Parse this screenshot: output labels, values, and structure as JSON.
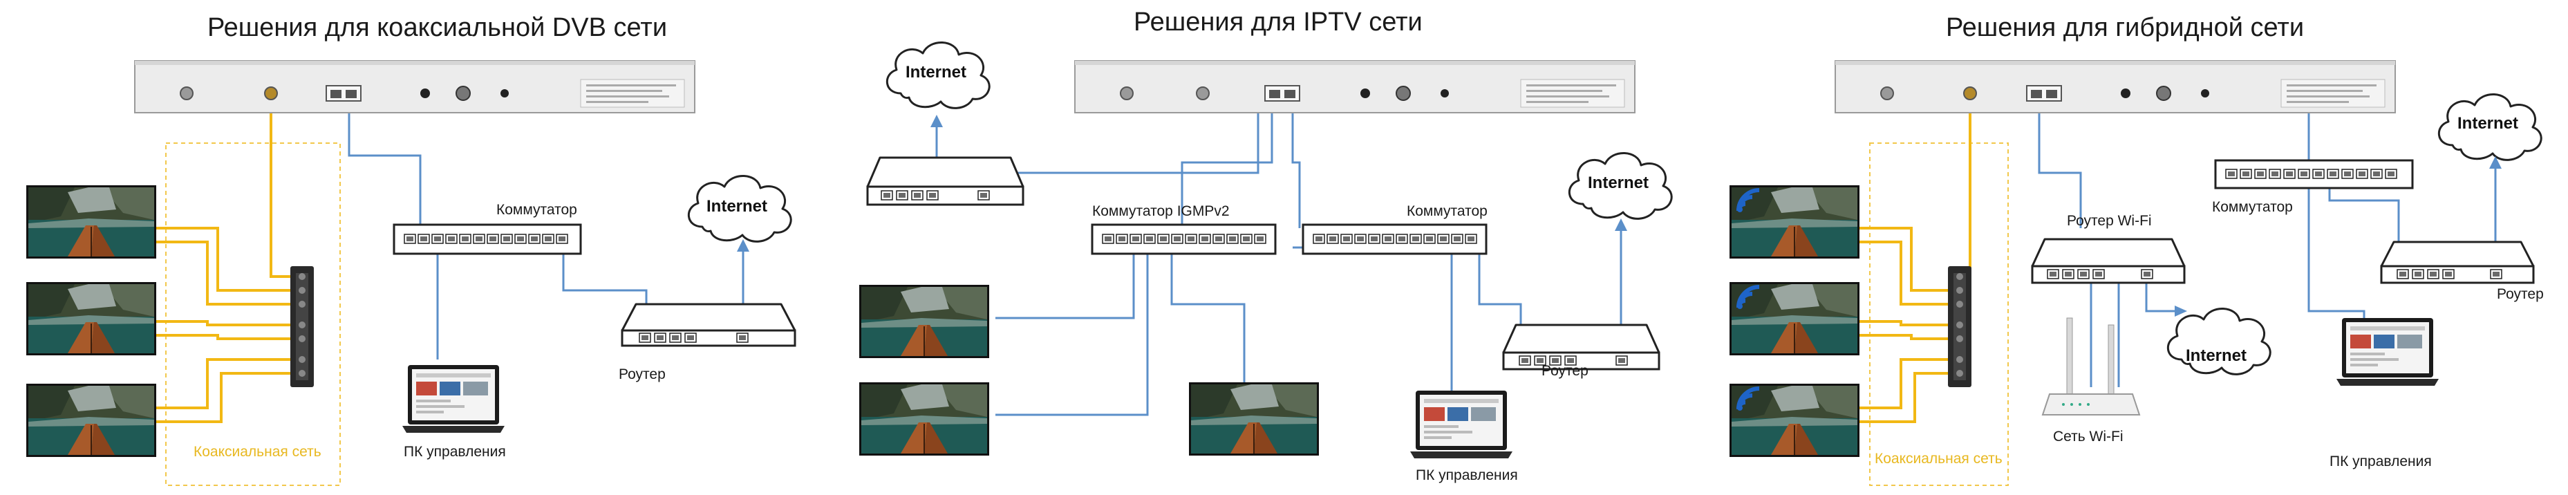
{
  "panels": [
    {
      "title": "Решения для коаксиальной DVB сети",
      "switch_label": "Коммутатор",
      "router_label": "Роутер",
      "pc_label": "ПК управления",
      "coax_label": "Коаксиальная сеть",
      "cloud_label": "Internet"
    },
    {
      "title": "Решения для IPTV сети",
      "switch1_label": "Коммутатор IGMPv2",
      "switch2_label": "Коммутатор",
      "router_label": "Роутер",
      "pc_label": "ПК управления",
      "cloud1_label": "Internet",
      "cloud2_label": "Internet"
    },
    {
      "title": "Решения для гибридной сети",
      "wifi_router_label": "Роутер Wi-Fi",
      "switch_label": "Коммутатор",
      "router_label": "Роутер",
      "wifi_net_label": "Сеть Wi-Fi",
      "pc_label": "ПК управления",
      "coax_label": "Коаксиальная сеть",
      "cloud1_label": "Internet",
      "cloud2_label": "Internet"
    }
  ],
  "colors": {
    "coax_cable": "#f2b814",
    "ethernet_cable": "#5b8fc9",
    "device_stroke": "#222222",
    "wifi_icon": "#1e64c8",
    "coax_zone": "#f2c84b"
  },
  "icons": [
    "headend-unit-icon",
    "tv-icon",
    "switch-icon",
    "router-icon",
    "laptop-icon",
    "cloud-icon",
    "splitter-icon",
    "wifi-icon",
    "wifi-access-point-icon"
  ]
}
